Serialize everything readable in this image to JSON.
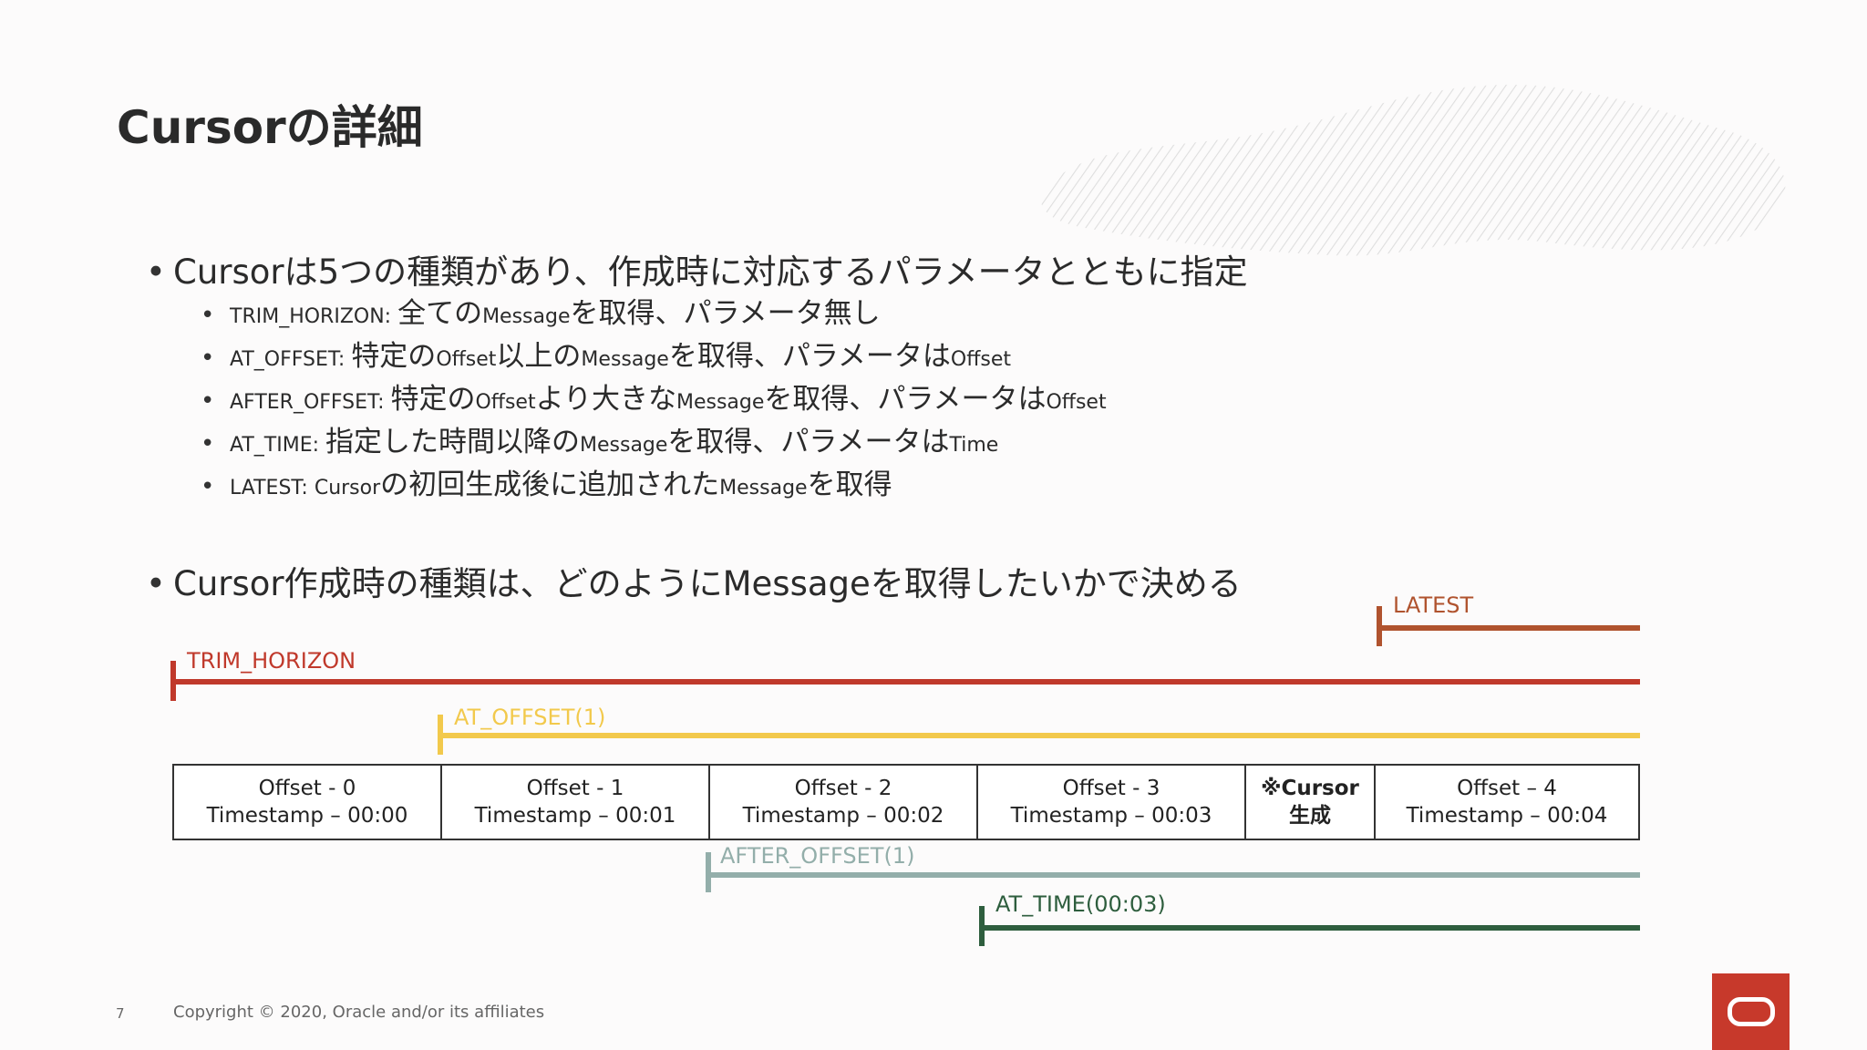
{
  "slide": {
    "title": "Cursorの詳細",
    "page_number": "7",
    "copyright": "Copyright © 2020, Oracle and/or its affiliates"
  },
  "bullets": {
    "first": "Cursorは5つの種類があり、作成時に対応するパラメータとともに指定",
    "second": "Cursor作成時の種類は、どのようにMessageを取得したいかで決める",
    "types": [
      {
        "parts": [
          {
            "t": "TRIM_HORIZON: ",
            "en": true
          },
          {
            "t": "全ての"
          },
          {
            "t": "Message",
            "en": true
          },
          {
            "t": "を取得、パラメータ無し"
          }
        ]
      },
      {
        "parts": [
          {
            "t": "AT_OFFSET: ",
            "en": true
          },
          {
            "t": "特定の"
          },
          {
            "t": "Offset",
            "en": true
          },
          {
            "t": "以上の"
          },
          {
            "t": "Message",
            "en": true
          },
          {
            "t": "を取得、パラメータは"
          },
          {
            "t": "Offset",
            "en": true
          }
        ]
      },
      {
        "parts": [
          {
            "t": "AFTER_OFFSET: ",
            "en": true
          },
          {
            "t": "特定の"
          },
          {
            "t": "Offset",
            "en": true
          },
          {
            "t": "より大きな"
          },
          {
            "t": "Message",
            "en": true
          },
          {
            "t": "を取得、パラメータは"
          },
          {
            "t": "Offset",
            "en": true
          }
        ]
      },
      {
        "parts": [
          {
            "t": "AT_TIME: ",
            "en": true
          },
          {
            "t": "指定した時間以降の"
          },
          {
            "t": "Message",
            "en": true
          },
          {
            "t": "を取得、パラメータは"
          },
          {
            "t": "Time",
            "en": true
          }
        ]
      },
      {
        "parts": [
          {
            "t": "LATEST: Cursor",
            "en": true
          },
          {
            "t": "の初回生成後に追加された"
          },
          {
            "t": "Message",
            "en": true
          },
          {
            "t": "を取得"
          }
        ]
      }
    ]
  },
  "diagram": {
    "lanes": {
      "latest": {
        "label": "LATEST",
        "color": "#b0532e"
      },
      "trim_horizon": {
        "label": "TRIM_HORIZON",
        "color": "#c0392b"
      },
      "at_offset": {
        "label": "AT_OFFSET(1)",
        "color": "#f2c94c"
      },
      "after_offset": {
        "label": "AFTER_OFFSET(1)",
        "color": "#93aeaa"
      },
      "at_time": {
        "label": "AT_TIME(00:03)",
        "color": "#2e5e3e"
      }
    },
    "cells": [
      {
        "line1": "Offset - 0",
        "line2": "Timestamp – 00:00"
      },
      {
        "line1": "Offset - 1",
        "line2": "Timestamp – 00:01"
      },
      {
        "line1": "Offset - 2",
        "line2": "Timestamp – 00:02"
      },
      {
        "line1": "Offset - 3",
        "line2": "Timestamp – 00:03"
      },
      {
        "line1": "※Cursor",
        "line2": "生成"
      },
      {
        "line1": "Offset – 4",
        "line2": "Timestamp – 00:04"
      }
    ]
  }
}
